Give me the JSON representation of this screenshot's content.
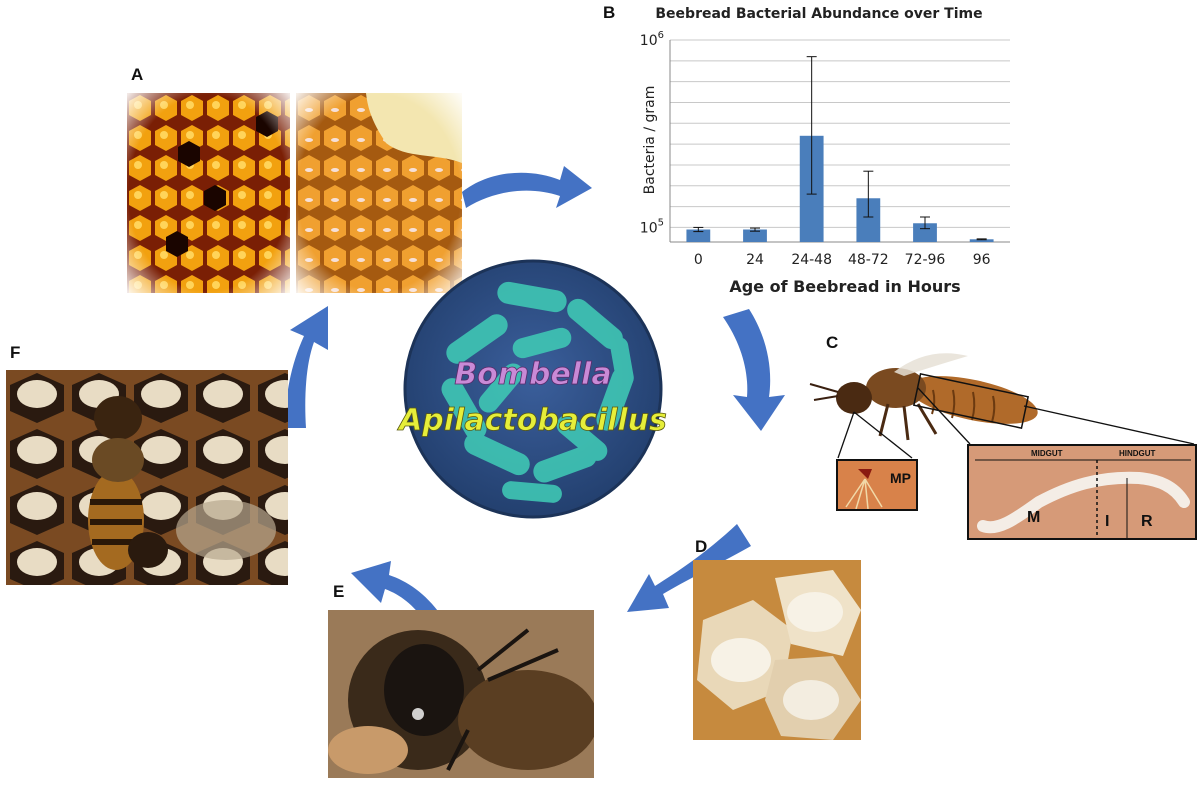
{
  "panels": {
    "a": "A",
    "b": "B",
    "c": "C",
    "d": "D",
    "e": "E",
    "f": "F"
  },
  "center": {
    "line1": "Bombella",
    "line2": "Apilactobacillus"
  },
  "inset_c": {
    "mp_label": "MP",
    "midgut_label": "MIDGUT",
    "hindgut_label": "HINDGUT",
    "m_label": "M",
    "i_label": "I",
    "r_label": "R"
  },
  "colors": {
    "arrow": "#4472c4",
    "bar": "#4a7ebb",
    "circle": "#2f4f86",
    "bacteria": "#3fc6b4",
    "bombella": "#c98ad6",
    "apilacto": "#e6ee3a"
  },
  "chart_data": {
    "type": "bar",
    "title": "Beebread Bacterial Abundance over Time",
    "xlabel": "Age of Beebread in Hours",
    "ylabel": "Bacteria / gram",
    "categories": [
      "0",
      "24",
      "24-48",
      "48-72",
      "72-96",
      "96"
    ],
    "values": [
      90000,
      90000,
      540000,
      240000,
      120000,
      43000
    ],
    "errors_low": [
      80000,
      82000,
      260000,
      150000,
      94000,
      41000
    ],
    "errors_high": [
      100000,
      97000,
      920000,
      370000,
      150000,
      45000
    ],
    "yscale": "linear",
    "ylim": [
      30000,
      1000000
    ],
    "ytick_labels": [
      {
        "value": 100000,
        "base": "10",
        "exp": "5"
      },
      {
        "value": 1000000,
        "base": "10",
        "exp": "6"
      }
    ],
    "grid": true,
    "legend": "none"
  }
}
